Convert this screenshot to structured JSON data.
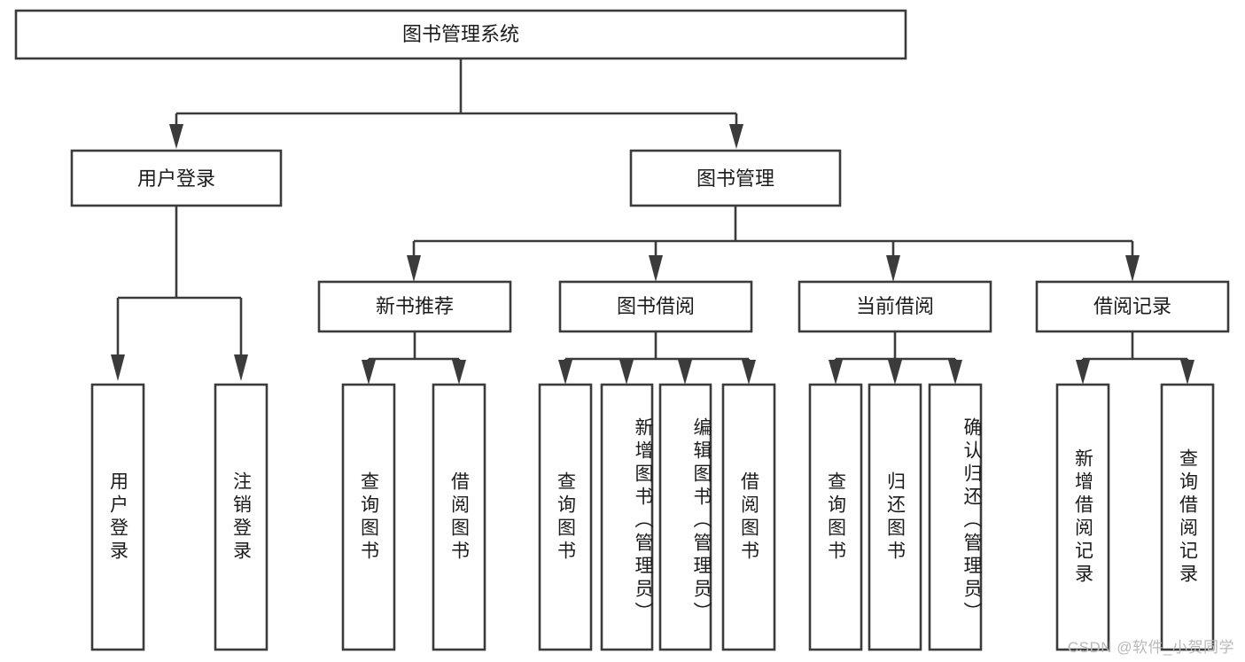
{
  "diagram": {
    "title": "图书管理系统",
    "type": "tree-hierarchy",
    "orientation": "top-down",
    "style": {
      "background": "#ffffff",
      "box_fill": "#ffffff",
      "box_stroke": "#3b3b3b",
      "text_color": "#1b1b1b",
      "watermark_color": "#b9b9b9"
    },
    "root": {
      "label": "图书管理系统"
    },
    "level2": [
      {
        "label": "用户登录"
      },
      {
        "label": "图书管理"
      }
    ],
    "level3": [
      {
        "label": "新书推荐"
      },
      {
        "label": "图书借阅"
      },
      {
        "label": "当前借阅"
      },
      {
        "label": "借阅记录"
      }
    ],
    "leaves": {
      "user_login": [
        {
          "label": "用户登录"
        },
        {
          "label": "注销登录"
        }
      ],
      "new_book_recommend": [
        {
          "label": "查询图书"
        },
        {
          "label": "借阅图书"
        }
      ],
      "book_borrow": [
        {
          "label": "查询图书"
        },
        {
          "label": "新增图书（管理员）"
        },
        {
          "label": "编辑图书（管理员）"
        },
        {
          "label": "借阅图书"
        }
      ],
      "current_borrow": [
        {
          "label": "查询图书"
        },
        {
          "label": "归还图书"
        },
        {
          "label": "确认归还（管理员）"
        }
      ],
      "borrow_record": [
        {
          "label": "新增借阅记录"
        },
        {
          "label": "查询借阅记录"
        }
      ]
    },
    "watermark": "CSDN @软件_小贺同学"
  }
}
